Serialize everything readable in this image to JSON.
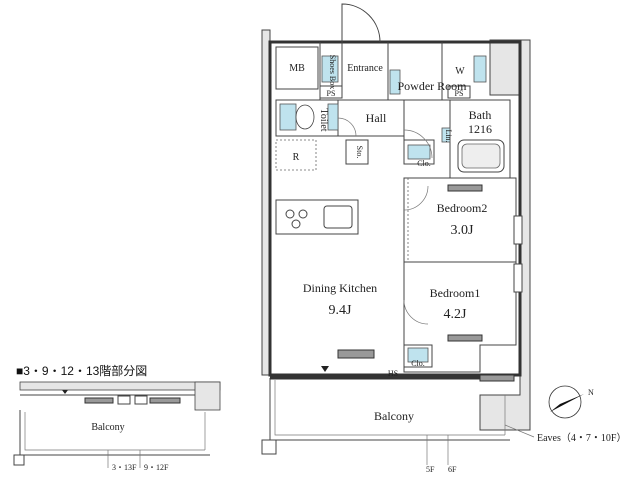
{
  "rooms": {
    "mb": "MB",
    "shoes_box": "Shoes Box",
    "entrance": "Entrance",
    "powder_room": "Powder Room",
    "w": "W",
    "ps": "PS",
    "toilet": "Toilet",
    "hall": "Hall",
    "bath": "Bath",
    "bath_size": "1216",
    "lin": "Lin.",
    "sto": "Sto.",
    "r": "R",
    "clo": "Clo.",
    "bedroom2": "Bedroom2",
    "bedroom2_size": "3.0J",
    "bedroom1": "Bedroom1",
    "bedroom1_size": "4.2J",
    "dining_kitchen": "Dining Kitchen",
    "dining_kitchen_size": "9.4J",
    "hs": "HS",
    "balcony": "Balcony"
  },
  "notes": {
    "eaves": "Eaves（4・7・10F）",
    "floor_5f": "5F",
    "floor_6f": "6F",
    "inset_title": "■3・9・12・13階部分図",
    "inset_balcony": "Balcony",
    "inset_3_13f": "3・13F",
    "inset_9_12f": "9・12F"
  },
  "compass": {
    "north_label": "N"
  }
}
